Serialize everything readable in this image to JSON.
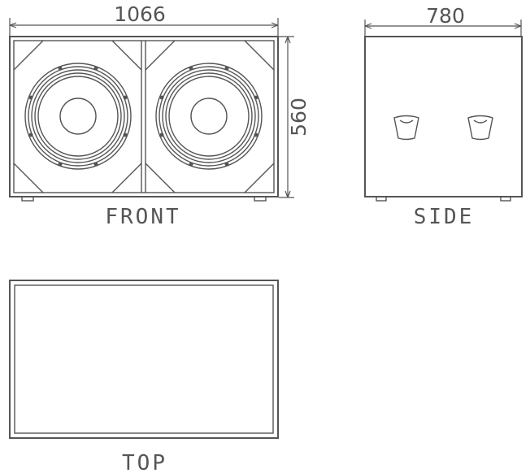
{
  "dimensions": {
    "width": "1066",
    "depth": "780",
    "height": "560"
  },
  "views": {
    "front": "FRONT",
    "side": "SIDE",
    "top": "TOP"
  },
  "drivers_in_front_view": 2,
  "line_color": "#555555"
}
